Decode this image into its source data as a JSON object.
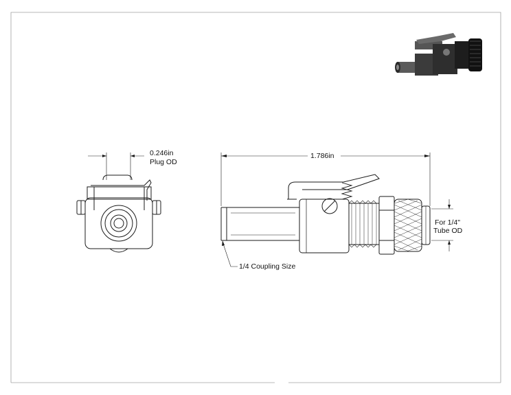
{
  "dimensions": {
    "plug_od_value": "0.246in",
    "plug_od_label": "Plug OD",
    "overall_length": "1.786in",
    "tube_od_line1": "For 1/4\"",
    "tube_od_line2": "Tube OD",
    "coupling_size": "1/4 Coupling Size"
  },
  "colors": {
    "line": "#1a1a1a",
    "frame": "#9a9a9a",
    "thumbnail_body": "#3a3a3a"
  }
}
